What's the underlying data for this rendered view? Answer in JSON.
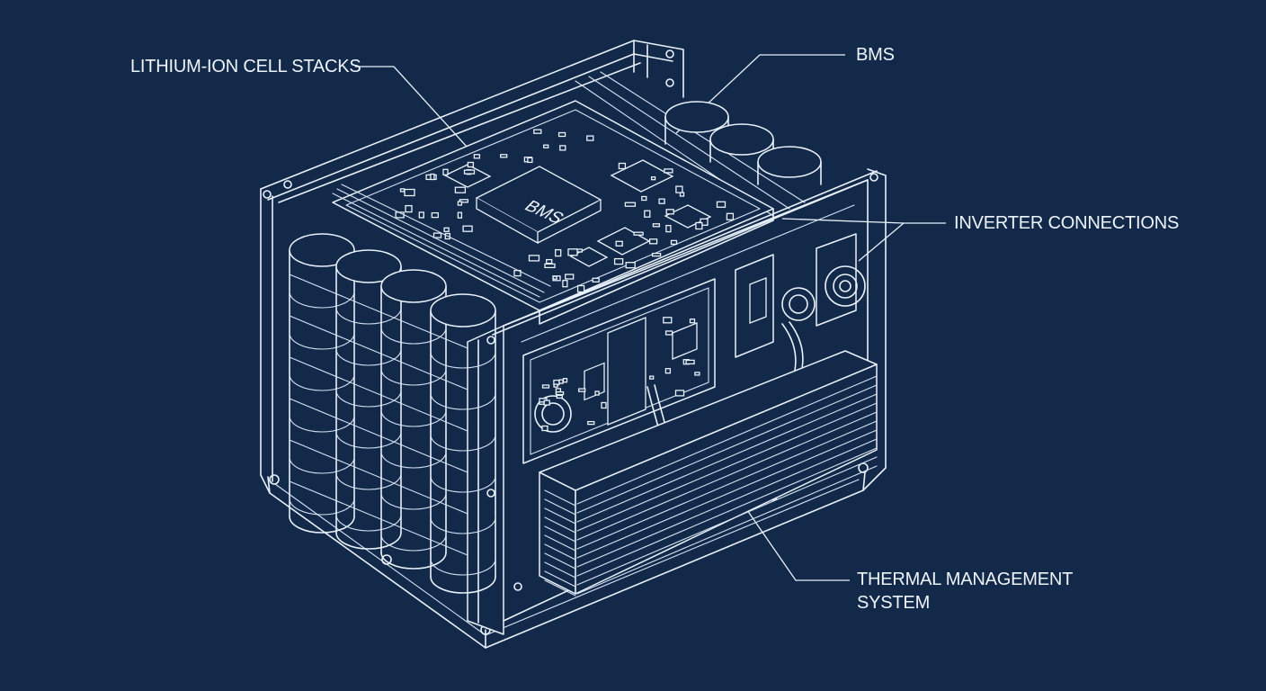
{
  "labels": {
    "cell_stacks": "LITHIUM-ION CELL STACKS",
    "bms": "BMS",
    "inverter": "INVERTER CONNECTIONS",
    "thermal_line1": "THERMAL MANAGEMENT",
    "thermal_line2": "SYSTEM"
  },
  "bms_chip_marking": "BMS",
  "colors": {
    "background": "#13294a",
    "line": "#e9f1fb"
  }
}
